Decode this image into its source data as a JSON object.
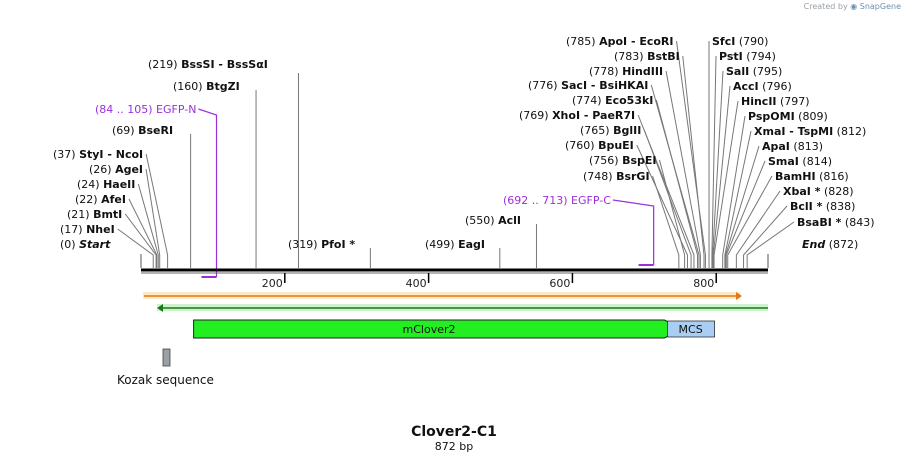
{
  "header": {
    "created_by": "Created by",
    "brand": "SnapGene"
  },
  "title": "Clover2-C1",
  "subtitle": "872 bp",
  "sequence_length": 872,
  "axis_ticks": [
    {
      "pos": 200,
      "label": "200"
    },
    {
      "pos": 400,
      "label": "400"
    },
    {
      "pos": 600,
      "label": "600"
    },
    {
      "pos": 800,
      "label": "800"
    }
  ],
  "sites": [
    {
      "pos": "(0)",
      "name": "Start",
      "bp": 0,
      "italic": true
    },
    {
      "pos": "(17)",
      "name": "NheI",
      "bp": 17
    },
    {
      "pos": "(21)",
      "name": "BmtI",
      "bp": 21
    },
    {
      "pos": "(22)",
      "name": "AfeI",
      "bp": 22
    },
    {
      "pos": "(24)",
      "name": "HaeII",
      "bp": 24
    },
    {
      "pos": "(26)",
      "name": "AgeI",
      "bp": 26
    },
    {
      "pos": "(37)",
      "name": "StyI  - NcoI",
      "bp": 37
    },
    {
      "pos": "(69)",
      "name": "BseRI",
      "bp": 69
    },
    {
      "pos": "(160)",
      "name": "BtgZI",
      "bp": 160
    },
    {
      "pos": "(219)",
      "name": "BssSI  - BssSαI",
      "bp": 219
    },
    {
      "pos": "(319)",
      "name": "PfoI *",
      "bp": 319
    },
    {
      "pos": "(499)",
      "name": "EagI",
      "bp": 499
    },
    {
      "pos": "(550)",
      "name": "AclI",
      "bp": 550
    },
    {
      "pos": "(748)",
      "name": "BsrGI",
      "bp": 748
    },
    {
      "pos": "(756)",
      "name": "BspEI",
      "bp": 756
    },
    {
      "pos": "(760)",
      "name": "BpuEI",
      "bp": 760
    },
    {
      "pos": "(765)",
      "name": "BglII",
      "bp": 765
    },
    {
      "pos": "(769)",
      "name": "XhoI  - PaeR7I",
      "bp": 769
    },
    {
      "pos": "(774)",
      "name": "Eco53kI",
      "bp": 774
    },
    {
      "pos": "(776)",
      "name": "SacI  - BsiHKAI",
      "bp": 776
    },
    {
      "pos": "(778)",
      "name": "HindIII",
      "bp": 778
    },
    {
      "pos": "(783)",
      "name": "BstBI",
      "bp": 783
    },
    {
      "pos": "(785)",
      "name": "ApoI  - EcoRI",
      "bp": 785
    },
    {
      "pos": "(790)",
      "name": "SfcI",
      "bp": 790
    },
    {
      "pos": "(794)",
      "name": "PstI",
      "bp": 794
    },
    {
      "pos": "(795)",
      "name": "SalI",
      "bp": 795
    },
    {
      "pos": "(796)",
      "name": "AccI",
      "bp": 796
    },
    {
      "pos": "(797)",
      "name": "HincII",
      "bp": 797
    },
    {
      "pos": "(809)",
      "name": "PspOMI",
      "bp": 809
    },
    {
      "pos": "(812)",
      "name": "XmaI  - TspMI",
      "bp": 812
    },
    {
      "pos": "(813)",
      "name": "ApaI",
      "bp": 813
    },
    {
      "pos": "(814)",
      "name": "SmaI",
      "bp": 814
    },
    {
      "pos": "(816)",
      "name": "BamHI",
      "bp": 816
    },
    {
      "pos": "(828)",
      "name": "XbaI *",
      "bp": 828
    },
    {
      "pos": "(838)",
      "name": "BclI *",
      "bp": 838
    },
    {
      "pos": "(843)",
      "name": "BsaBI *",
      "bp": 843
    },
    {
      "pos": "(872)",
      "name": "End",
      "bp": 872,
      "italic": true
    }
  ],
  "primers": [
    {
      "range": "(84 .. 105)",
      "name": "EGFP-N",
      "start": 84,
      "end": 105
    },
    {
      "range": "(692 .. 713)",
      "name": "EGFP-C",
      "start": 692,
      "end": 713
    }
  ],
  "features": [
    {
      "name": "mClover2",
      "start": 37,
      "end": 753,
      "color": "#22ee22",
      "type": "arrow"
    },
    {
      "name": "MCS",
      "start": 753,
      "end": 820,
      "color": "#a9cdf3",
      "type": "box"
    },
    {
      "name": "Kozak sequence",
      "start": 31,
      "end": 40,
      "color": "#9aa0a6",
      "type": "small"
    }
  ],
  "colors": {
    "primer": "#9b30d9",
    "forward_strand": "#e0781a",
    "forward_strand_fill": "#fde9c4",
    "reverse_strand": "#1a7a1a",
    "reverse_strand_fill": "#cdf3cd",
    "backbone": "#000000"
  }
}
